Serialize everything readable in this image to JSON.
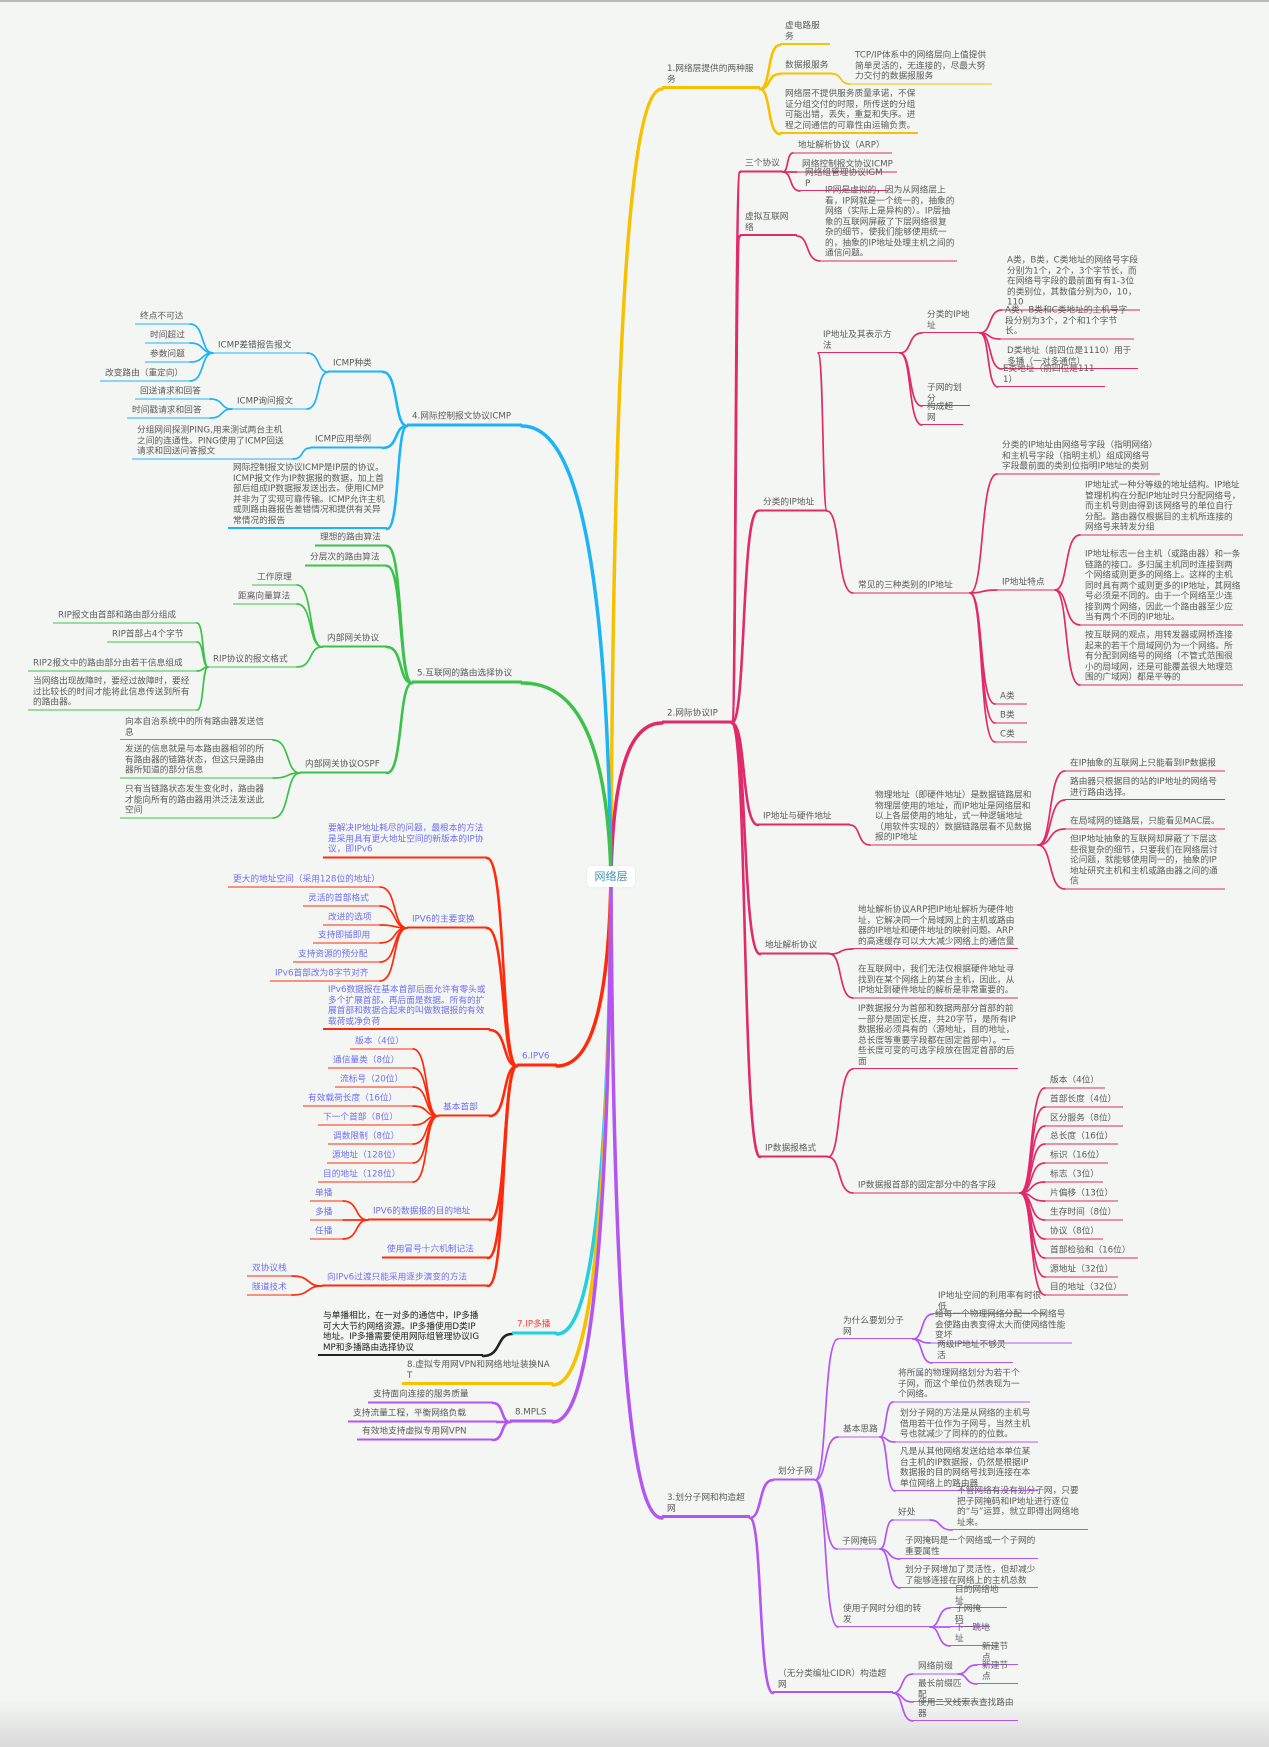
{
  "center": "网络层",
  "colors": {
    "yellow": "#f7c100",
    "pink": "#e02a6a",
    "blue": "#1db4f7",
    "green": "#3cc24a",
    "red": "#ff2a0a",
    "cyan": "#22d0e0",
    "purple": "#b455f2",
    "black": "#222222"
  },
  "services": {
    "label": "1.网络层提供的两种服务",
    "vc": "虚电路服务",
    "dg": "数据报服务",
    "dg_desc": "TCP/IP体系中的网络层向上值提供简单灵活的，无连接的，尽最大努力交付的数据报服务",
    "note": "网络层不提供服务质量承诺，不保证分组交付的时限，所传送的分组可能出错，丢失，重复和失序。进程之间通信的可靠性由运输负责。"
  },
  "ip": {
    "label": "2.网际协议IP",
    "three": {
      "label": "三个协议",
      "items": [
        "地址解析协议（ARP）",
        "网络控制报文协议ICMP",
        "网络组管理协议IGMP"
      ]
    },
    "virtual": {
      "label": "虚拟互联网络",
      "desc": "IP网是虚拟的，因为从网络层上看，IP网就是一个统一的，抽象的网络（实际上是异构的）。IP层抽象的互联网屏蔽了下层网络很复杂的细节，使我们能够使用统一的，抽象的IP地址处理主机之间的通信问题。"
    },
    "classful": {
      "label": "分类的IP地址",
      "repr": {
        "label": "IP地址及其表示方法",
        "sub": {
          "label": "分类的IP地址",
          "items": [
            "A类，B类，C类地址的网络号字段分别为1个，2个，3个字节长，而在网络号字段的最前面有有1-3位的类别位，其数值分别为0，10，110",
            "A类，B类和C类地址的主机号字段分别为3个，2个和1个字节长。",
            "D类地址（前四位是1110）用于多播（一对多通信）",
            "E类地址（前四位是1111）"
          ]
        },
        "subnet": "子网的划分",
        "supernet": "构成超网"
      },
      "three": {
        "label": "常见的三种类别的IP地址",
        "desc": "分类的IP地址由网络号字段（指明网络）和主机号字段（指明主机）组成网络号字段最前面的类别位指明IP地址的类别",
        "features": {
          "label": "IP地址特点",
          "items": [
            "IP地址式一种分等级的地址结构。IP地址管理机构在分配IP地址时只分配网络号，而主机号则由得到该网络号的单位自行分配。路由器仅根据目的主机所连接的网络号来转发分组",
            "IP地址标志一台主机（或路由器）和一条链路的接口。多归属主机同时连接到两个网络或则更多的网络上。这样的主机同时具有两个或则更多的IP地址，其网络号必须是不同的。由于一个网络至少连接到两个网络，因此一个路由器至少应当有两个不同的IP地址。",
            "按互联网的观点，用转发器或网桥连接起来的若干个局域网仍为一个网络。所有分配到网络号的网络（不管式范围很小的局域网，还是可能覆盖很大地理范围的广域网）都是平等的"
          ]
        },
        "classes": [
          "A类",
          "B类",
          "C类"
        ]
      }
    },
    "hw": {
      "label": "IP地址与硬件地址",
      "desc": "物理地址（即硬件地址）是数据链路层和物理层使用的地址，而IP地址是网络层和以上各层使用的地址，式一种逻辑地址（用软件实现的）数据链路层看不见数据报的IP地址",
      "items": [
        "在IP抽象的互联网上只能看到IP数据报",
        "路由器只根据目的站的IP地址的网络号进行路由选择。",
        "在局域网的链路层，只能看见MAC层。",
        "但IP地址抽象的互联网却屏蔽了下层这些很复杂的细节，只要我们在网络层讨论问题，就能够使用同一的，抽象的IP地址研究主机和主机或路由器之间的通信"
      ]
    },
    "arp": {
      "label": "地址解析协议",
      "items": [
        "地址解析协议ARP把IP地址解析为硬件地址，它解决同一个局域网上的主机或路由器的IP地址和硬件地址的映射问题。ARP的高速缓存可以大大减少网络上的通信量",
        "在互联网中，我们无法仅根据硬件地址寻找到在某个网络上的某台主机，因此，从IP地址到硬件地址的解析是非常重要的。"
      ]
    },
    "dgram": {
      "label": "IP数据报格式",
      "desc": "IP数据报分为首部和数据两部分首部的前一部分是固定长度，共20字节，是所有IP数据报必须具有的（源地址，目的地址，总长度等重要字段都在固定首部中）。一些长度可变的可选字段放在固定首部的后面",
      "fields_label": "IP数据报首部的固定部分中的各字段",
      "fields": [
        "版本（4位）",
        "首部长度（4位）",
        "区分服务（8位）",
        "总长度（16位）",
        "标识（16位）",
        "标志（3位）",
        "片偏移（13位）",
        "生存时间（8位）",
        "协议（8位）",
        "首部检验和（16位）",
        "源地址（32位）",
        "目的地址（32位）"
      ]
    }
  },
  "subnet": {
    "label": "3.划分子网和构造超网",
    "divide": {
      "label": "划分子网",
      "why": {
        "label": "为什么要划分子网",
        "items": [
          "IP地址空间的利用率有时很低",
          "给每一个物理网络分配一个网络号会使路由表变得太大而使网络性能变坏",
          "两级IP地址不够灵活"
        ]
      },
      "idea": {
        "label": "基本思路",
        "items": [
          "将所属的物理网络划分为若干个子网，而这个单位仍然表现为一个网络。",
          "划分子网的方法是从网络的主机号借用若干位作为子网号，当然主机号也就减少了同样的的位数。",
          "凡是从其他网络发送给给本单位某台主机的IP数据报，仍然是根据IP数据报的目的网络号找到连接在本单位网络上的路由器"
        ]
      },
      "mask": {
        "label": "子网掩码",
        "benefit": {
          "label": "好处",
          "desc": "不管网络有没有划分子网，只要把子网掩码和IP地址进行逐位的“与”运算，就立即得出网络地址来。"
        },
        "items": [
          "子网掩码是一个网络或一个子网的重要属性",
          "划分子网增加了灵活性，但却减少了能够连接在网络上的主机总数"
        ]
      },
      "fwd": {
        "label": "使用子网时分组的转发",
        "items": [
          "目的网络地址",
          "子网掩码",
          "下一跳地址"
        ]
      }
    },
    "cidr": {
      "label": "（无分类编址CIDR）构造超网",
      "prefix": {
        "label": "网络前缀",
        "items": [
          "新建节点",
          "新建节点"
        ]
      },
      "items": [
        "最长前缀匹配",
        "使用二叉线索表查找路由器"
      ]
    }
  },
  "icmp": {
    "label": "4.网际控制报文协议ICMP",
    "types": {
      "label": "ICMP种类",
      "err": {
        "label": "ICMP差错报告报文",
        "items": [
          "终点不可达",
          "时间超过",
          "参数问题",
          "改变路由（重定向）"
        ]
      },
      "query": {
        "label": "ICMP询问报文",
        "items": [
          "回送请求和回答",
          "时间戳请求和回答"
        ]
      }
    },
    "app": {
      "label": "ICMP应用举例",
      "desc": "分组网间探测PING,用来测试两台主机之间的连通性。PING使用了ICMP回送请求和回送问答报文"
    },
    "desc": "网际控制报文协议ICMP是IP层的协议。ICMP报文作为IP数据报的数据，加上首部后组成IP数据报发送出去。使用ICMP并非为了实现可靠传输。ICMP允许主机或则路由器报告差错情况和提供有关异常情况的报告"
  },
  "routing": {
    "label": "5.互联网的路由选择协议",
    "ideal": "理想的路由算法",
    "hier": "分层次的路由算法",
    "igp": {
      "label": "内部网关协议",
      "items": [
        "工作原理",
        "距离向量算法"
      ],
      "rip": {
        "label": "RIP协议的报文格式",
        "items": [
          "RIP报文由首部和路由部分组成",
          "RIP首部占4个字节",
          "RIP2报文中的路由部分由若干信息组成",
          "当网络出现故障时，要经过故障时，要经过比较长的时间才能将此信息传送到所有的路由器。"
        ]
      }
    },
    "ospf": {
      "label": "内部网关协议OSPF",
      "items": [
        "向本自治系统中的所有路由器发送信息",
        "发送的信息就是与本路由器相邻的所有路由器的链路状态，但这只是路由器所知道的部分信息",
        "只有当链路状态发生变化时，路由器才能向所有的路由器用洪泛法发送此空间"
      ]
    }
  },
  "ipv6": {
    "label": "6.IPV6",
    "intro": "要解决IP地址耗尽的问题，最根本的方法是采用具有更大地址空间的新版本的IP协议，即IPv6",
    "changes": {
      "label": "IPV6的主要变换",
      "items": [
        "更大的地址空间（采用128位的地址）",
        "灵活的首部格式",
        "改进的选项",
        "支持即插即用",
        "支持资源的预分配",
        "IPv6首部改为8字节对齐"
      ]
    },
    "ext": "IPv6数据报在基本首部后面允许有零头或多个扩展首部，再后面是数据。所有的扩展首部和数据合起来的叫做数据报的有效载荷或净负荷",
    "base": {
      "label": "基本首部",
      "items": [
        "版本（4位）",
        "通信量类（8位）",
        "流标号（20位）",
        "有效载荷长度（16位）",
        "下一个首部（8位）",
        "调数限制（8位）",
        "源地址（128位）",
        "目的地址（128位）"
      ]
    },
    "dest": {
      "label": "IPV6的数据报的目的地址",
      "items": [
        "单播",
        "多播",
        "任播"
      ]
    },
    "colon": "使用冒号十六机制记法",
    "transition": {
      "label": "向IPv6过渡只能采用逐步演变的方法",
      "items": [
        "双协议栈",
        "隧道技术"
      ]
    }
  },
  "multicast": {
    "label": "7.IP多播",
    "desc": "与单播相比，在一对多的通信中，IP多播可大大节约网络资源。IP多播使用D类IP地址。IP多播需要使用网际组管理协议IGMP和多播路由选择协议"
  },
  "vpn": "8.虚拟专用网VPN和网络地址装换NAT",
  "mpls": {
    "label": "8.MPLS",
    "items": [
      "支持面向连接的服务质量",
      "支持流量工程，平衡网络负载",
      "有效地支持虚拟专用网VPN"
    ]
  }
}
